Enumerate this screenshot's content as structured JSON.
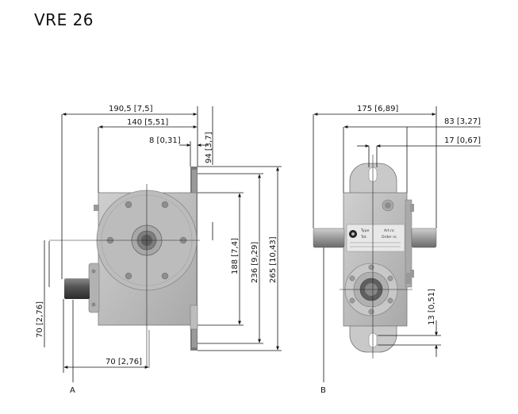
{
  "title": "VRE 26",
  "views": {
    "a": {
      "label": "A"
    },
    "b": {
      "label": "B"
    }
  },
  "dimensions_a": {
    "overall_width": "190,5 [7,5]",
    "body_width": "140 [5,51]",
    "flange_offset": "8 [0,31]",
    "top_offset": "94 [3,7]",
    "mid_height": "188 [7,4]",
    "body_height": "236 [9,29]",
    "overall_height": "265 [10,43]",
    "shaft_height": "70 [2,76]",
    "shaft_offset": "70 [2,76]"
  },
  "dimensions_b": {
    "overall_width": "175 [6,89]",
    "hole_spacing": "83 [3,27]",
    "slot_width": "17 [0,67]",
    "slot_offset": "13 [0,51]"
  },
  "nameplate": {
    "type_label": "Type",
    "art_label": "Art.nr.",
    "tot_label": "Tot.",
    "order_label": "Order nr."
  }
}
